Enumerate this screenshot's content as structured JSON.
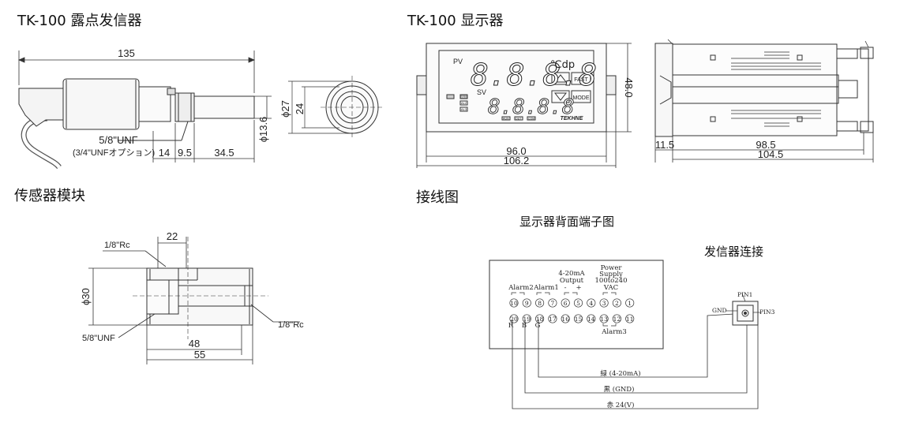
{
  "titles": {
    "dew_transmitter": "TK-100 露点发信器",
    "display": "TK-100 显示器",
    "sensor_module": "传感器模块",
    "wiring": "接线图",
    "terminal_diagram": "显示器背面端子图",
    "transmitter_connection": "发信器连接"
  },
  "transmitter_dims": {
    "total": "135",
    "thread": "5/8\"UNF",
    "thread_option": "(3/4\"UNFオプション)",
    "d14": "14",
    "d95": "9.5",
    "d345": "34.5",
    "phi136": "ϕ13.6",
    "phi27": "ϕ27",
    "d24": "24"
  },
  "display_panel": {
    "pv": "PV",
    "sv": "SV",
    "unit": "℃dp",
    "fast": "FAST",
    "mode": "MODE",
    "brand": "TEKHNE",
    "pv_digits": "8.8.8.8",
    "sv_digits": "8.8.8.8",
    "ind1": "AL1",
    "ind2": "AL2",
    "ind3": "AL3",
    "bot1": "RUN",
    "bot2": "OUT",
    "bot3": "COM",
    "w960": "96.0",
    "w1062": "106.2",
    "h480": "48.0",
    "d115": "11.5",
    "d985": "98.5",
    "d1045": "104.5"
  },
  "sensor_dims": {
    "rc_top": "1/8\"Rc",
    "rc_right": "1/8\"Rc",
    "d22": "22",
    "phi30": "ϕ30",
    "unf": "5/8\"UNF",
    "d48": "48",
    "d55": "55"
  },
  "terminals": {
    "top_numbers": [
      "10",
      "9",
      "8",
      "7",
      "6",
      "5",
      "4",
      "3",
      "2",
      "1"
    ],
    "bottom_numbers": [
      "20",
      "19",
      "18",
      "17",
      "16",
      "15",
      "14",
      "13",
      "12",
      "11"
    ],
    "alarm2": "Alarm2",
    "alarm1": "Alarm1",
    "output_line1": "4-20mA",
    "output_line2": "Output",
    "minus": "-",
    "plus": "+",
    "power_line1": "Power",
    "power_line2": "Supply",
    "power_line3": "100to240",
    "power_line4": "VAC",
    "r": "R",
    "b": "B",
    "g": "G",
    "alarm3": "Alarm3"
  },
  "wires": {
    "green": "緑 (4-20mA)",
    "black": "黒 (GND)",
    "red": "赤 24(V)"
  },
  "connector": {
    "pin1": "PIN1",
    "pin3": "PIN3",
    "gnd": "GND"
  }
}
